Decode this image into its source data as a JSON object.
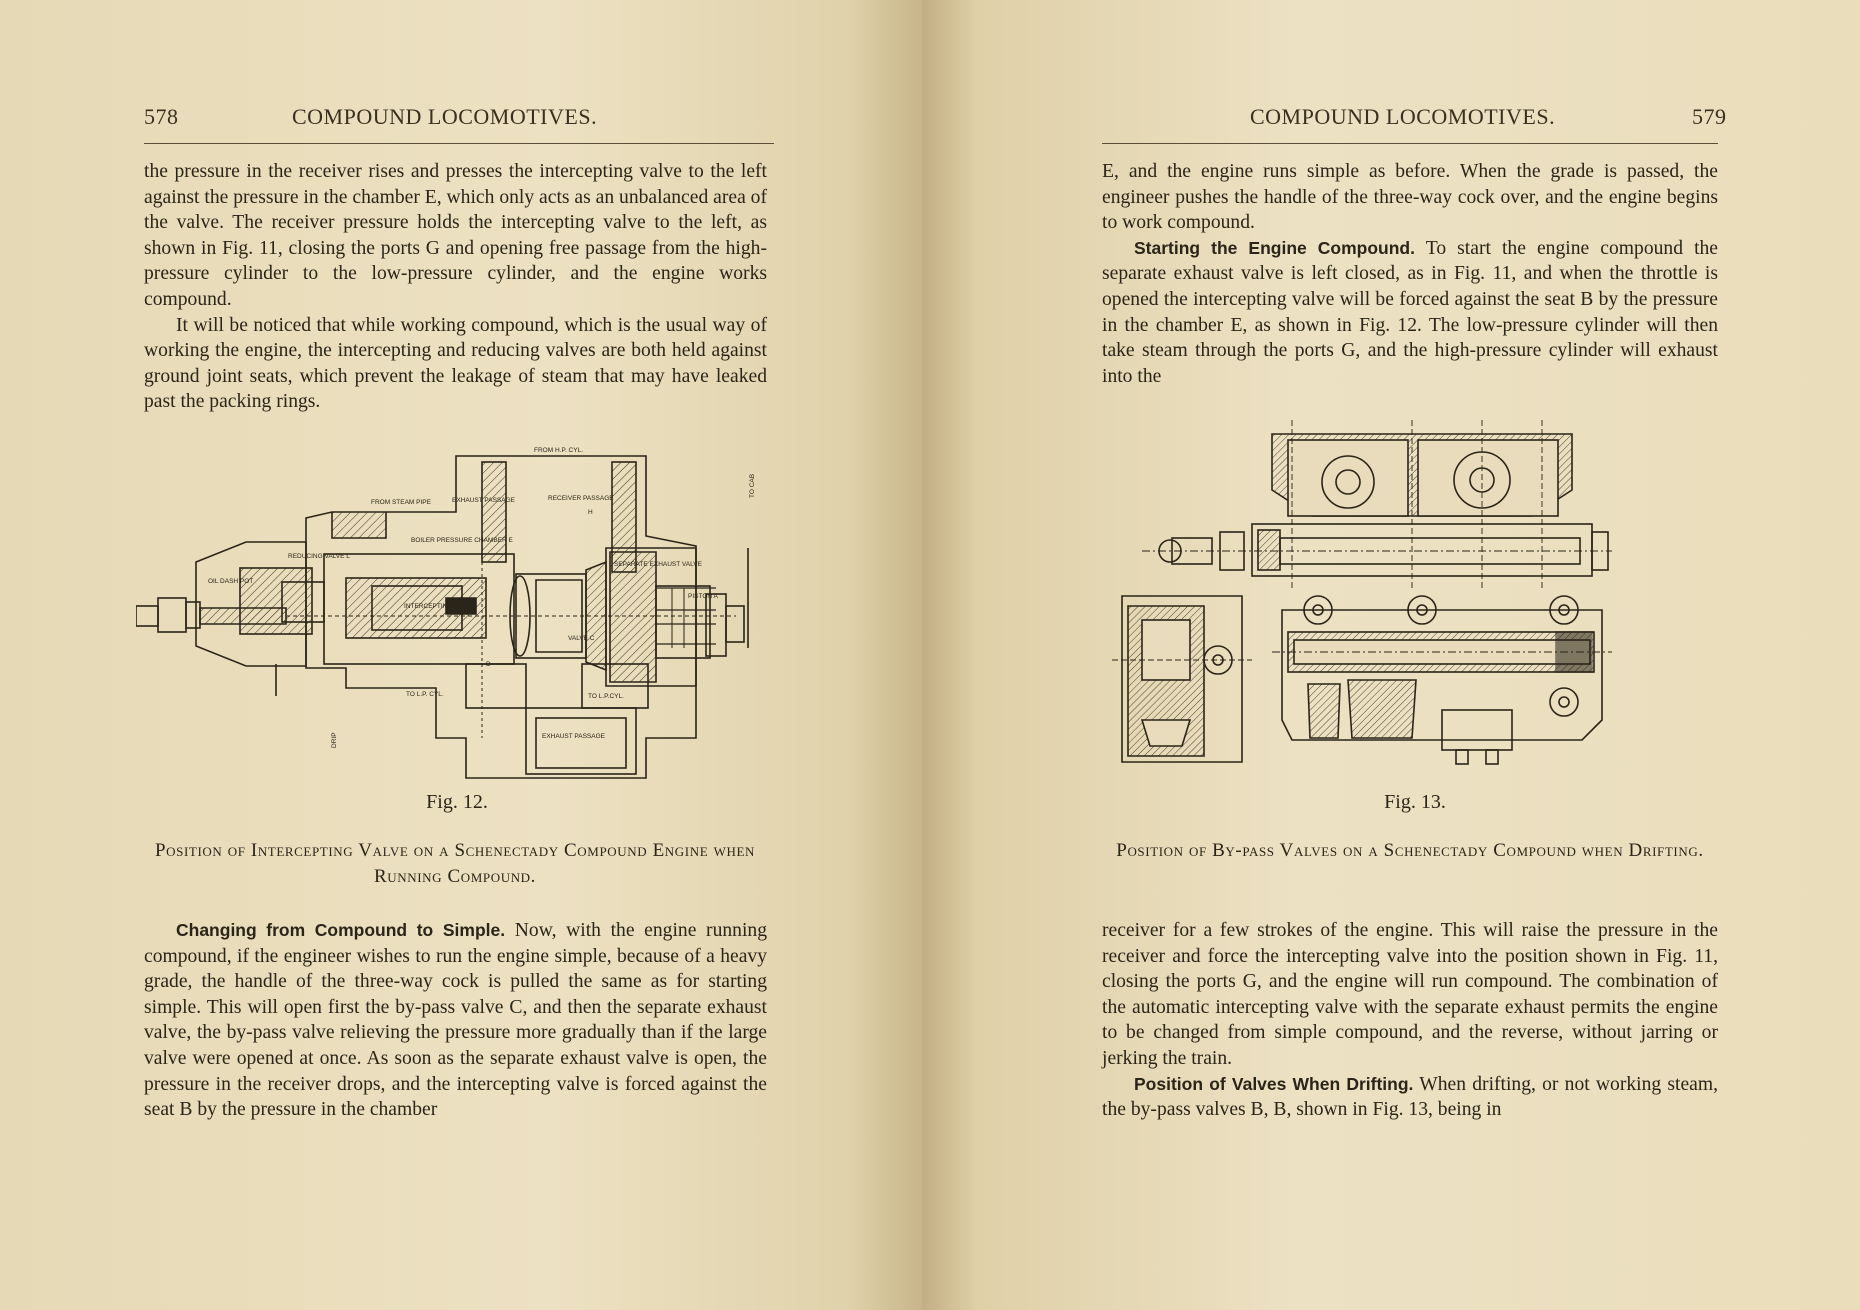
{
  "left_page": {
    "page_number": "578",
    "running_head": "COMPOUND LOCOMOTIVES.",
    "para1": "the pressure in the receiver rises and presses the intercepting valve to the left against the pressure in the chamber E, which only acts as an unbalanced area of the valve. The receiver pressure holds the intercepting valve to the left, as shown in Fig. 11, closing the ports G and opening free passage from the high-pressure cylinder to the low-pressure cylinder, and the engine works compound.",
    "para2": "It will be noticed that while working compound, which is the usual way of working the engine, the intercepting and reducing valves are both held against ground joint seats, which prevent the leakage of steam that may have leaked past the packing rings.",
    "figure": {
      "label": "Fig. 12.",
      "labels": [
        "FROM H.P. CYL.",
        "FROM STEAM PIPE",
        "EXHAUST PASSAGE",
        "RECEIVER PASSAGE",
        "H",
        "BOILER PRESSURE CHAMBER E",
        "REDUCING VALVE L",
        "OIL DASH POT",
        "INTERCEPTING VALVE",
        "SEPARATE EXHAUST VALVE",
        "PISTON A",
        "VALVE C",
        "D",
        "TO L.P. CYL.",
        "TO L.P.CYL.",
        "EXHAUST PASSAGE",
        "TO CAB",
        "DRIP"
      ]
    },
    "caption": "Position of Intercepting Valve on a Schenectady Compound Engine when Running Compound.",
    "para3_runin": "Changing from Compound to Simple.",
    "para3": "Now, with the engine running compound, if the engineer wishes to run the engine simple, because of a heavy grade, the handle of the three-way cock is pulled the same as for starting simple. This will open first the by-pass valve C, and then the separate exhaust valve, the by-pass valve relieving the pressure more gradually than if the large valve were opened at once. As soon as the separate exhaust valve is open, the pressure in the receiver drops, and the intercepting valve is forced against the seat B by the pressure in the chamber"
  },
  "right_page": {
    "page_number": "579",
    "running_head": "COMPOUND LOCOMOTIVES.",
    "para1": "E, and the engine runs simple as before. When the grade is passed, the engineer pushes the handle of the three-way cock over, and the engine begins to work compound.",
    "para2_runin": "Starting the Engine Compound.",
    "para2": "To start the engine compound the separate exhaust valve is left closed, as in Fig. 11, and when the throttle is opened the intercepting valve will be forced against the seat B by the pressure in the chamber E, as shown in Fig. 12. The low-pressure cylinder will then take steam through the ports G, and the high-pressure cylinder will exhaust into the",
    "figure": {
      "label": "Fig. 13."
    },
    "caption": "Position of By-pass Valves on a Schenectady Compound when Drifting.",
    "para3": "receiver for a few strokes of the engine. This will raise the pressure in the receiver and force the intercepting valve into the position shown in Fig. 11, closing the ports G, and the engine will run compound. The combination of the automatic intercepting valve with the separate exhaust permits the engine to be changed from simple compound, and the reverse, without jarring or jerking the train.",
    "para4_runin": "Position of Valves When Drifting.",
    "para4": "When drifting, or not working steam, the by-pass valves B, B, shown in Fig. 13, being in"
  }
}
